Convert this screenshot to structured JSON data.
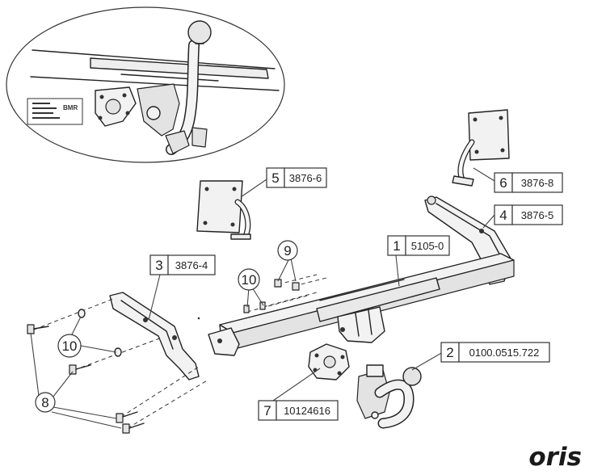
{
  "brand": {
    "logo_text": "oris"
  },
  "parts": [
    {
      "num": "1",
      "code": "5105-0"
    },
    {
      "num": "2",
      "code": "0100.0515.722"
    },
    {
      "num": "3",
      "code": "3876-4"
    },
    {
      "num": "4",
      "code": "3876-5"
    },
    {
      "num": "5",
      "code": "3876-6"
    },
    {
      "num": "6",
      "code": "3876-8"
    },
    {
      "num": "7",
      "code": "10124616"
    },
    {
      "num": "8",
      "code": ""
    },
    {
      "num": "9",
      "code": ""
    },
    {
      "num": "10",
      "code": ""
    },
    {
      "num": "10",
      "code": ""
    }
  ]
}
